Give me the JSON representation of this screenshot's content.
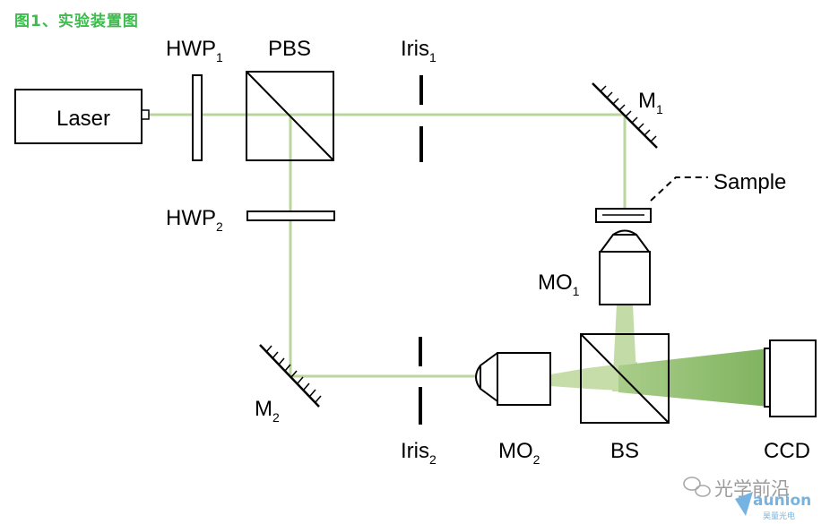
{
  "title": "图1、实验装置图",
  "colors": {
    "beam": "#b9d69c",
    "beam_fill_light": "#c3dca7",
    "beam_fill_dark": "#7fb35f",
    "title": "#3dbb4c",
    "stroke": "#000000"
  },
  "components": {
    "laser": "Laser",
    "hwp1": {
      "base": "HWP",
      "sub": "1"
    },
    "pbs": "PBS",
    "iris1": {
      "base": "Iris",
      "sub": "1"
    },
    "m1": {
      "base": "M",
      "sub": "1"
    },
    "sample": "Sample",
    "mo1": {
      "base": "MO",
      "sub": "1"
    },
    "hwp2": {
      "base": "HWP",
      "sub": "2"
    },
    "m2": {
      "base": "M",
      "sub": "2"
    },
    "iris2": {
      "base": "Iris",
      "sub": "2"
    },
    "mo2": {
      "base": "MO",
      "sub": "2"
    },
    "bs": "BS",
    "ccd": "CCD"
  },
  "watermark": {
    "brand_cn": "光学前沿",
    "logo_text": "aunion",
    "logo_sub": "昊量光电"
  }
}
